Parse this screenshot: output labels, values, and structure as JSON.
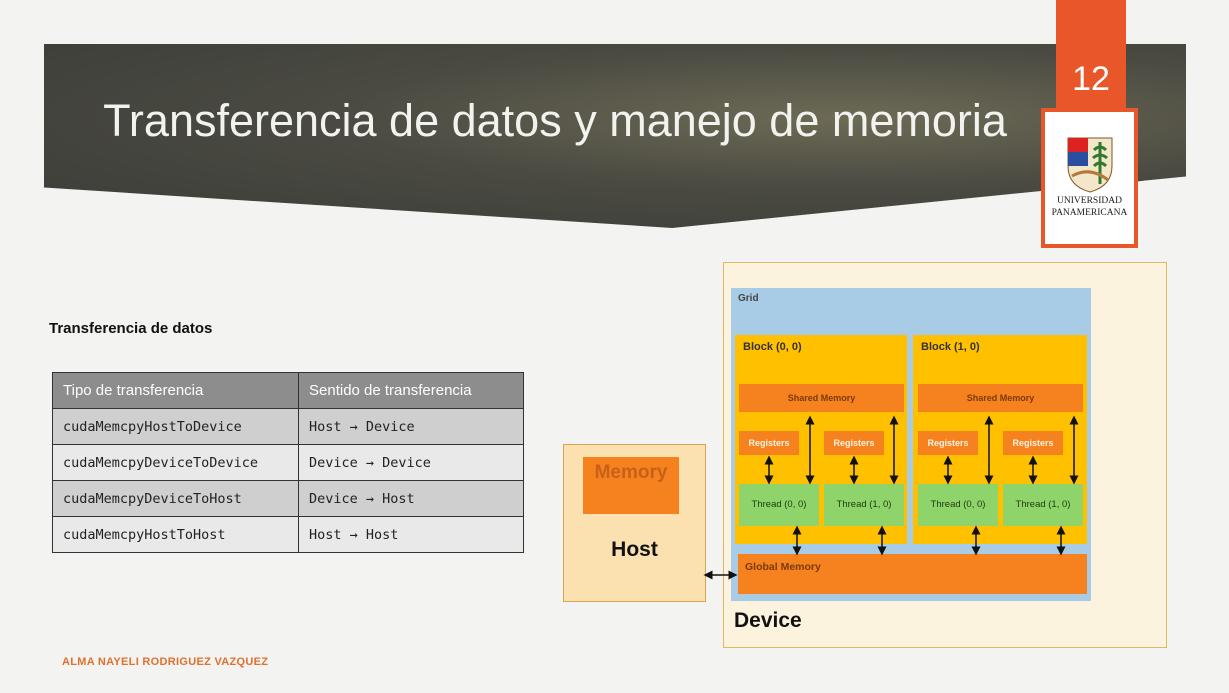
{
  "slide": {
    "title": "Transferencia de datos y manejo de memoria",
    "number": "12",
    "logo_text_line1": "UNIVERSIDAD",
    "logo_text_line2": "PANAMERICANA",
    "subheading": "Transferencia de datos",
    "footer": "ALMA NAYELI RODRIGUEZ VAZQUEZ",
    "accent_color": "#e8562a"
  },
  "table": {
    "headers": [
      "Tipo de transferencia",
      "Sentido de transferencia"
    ],
    "rows": [
      {
        "type": "cudaMemcpyHostToDevice",
        "direction": "Host → Device"
      },
      {
        "type": "cudaMemcpyDeviceToDevice",
        "direction": "Device → Device"
      },
      {
        "type": "cudaMemcpyDeviceToHost",
        "direction": "Device → Host"
      },
      {
        "type": "cudaMemcpyHostToHost",
        "direction": "Host → Host"
      }
    ]
  },
  "diagram": {
    "grid_label": "Grid",
    "blocks": [
      {
        "label": "Block (0, 0)",
        "shared": "Shared Memory",
        "registers": [
          "Registers",
          "Registers"
        ],
        "threads": [
          "Thread (0, 0)",
          "Thread (1, 0)"
        ]
      },
      {
        "label": "Block (1, 0)",
        "shared": "Shared Memory",
        "registers": [
          "Registers",
          "Registers"
        ],
        "threads": [
          "Thread (0, 0)",
          "Thread (1, 0)"
        ]
      }
    ],
    "global_memory": "Global Memory",
    "host_memory": "Memory",
    "host_label": "Host",
    "device_label": "Device"
  }
}
